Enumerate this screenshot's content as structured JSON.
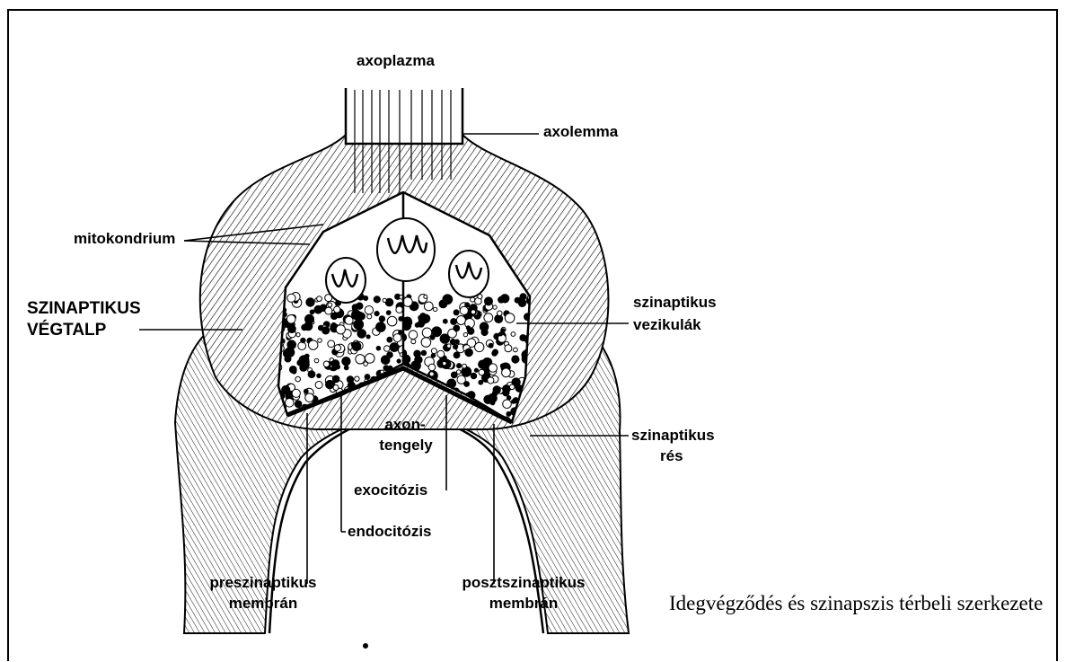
{
  "labels": {
    "axoplazma": "axoplazma",
    "axolemma": "axolemma",
    "mitokondrium": "mitokondrium",
    "szinaptikus_vegtalp_1": "SZINAPTIKUS",
    "szinaptikus_vegtalp_2": "VÉGTALP",
    "szinaptikus_vezikulak_1": "szinaptikus",
    "szinaptikus_vezikulak_2": "vezikulák",
    "axontengely_1": "axon-",
    "axontengely_2": "tengely",
    "szinaptikus_res_1": "szinaptikus",
    "szinaptikus_res_2": "rés",
    "exocitozis": "exocitózis",
    "endocitozis": "endocitózis",
    "preszinaptikus_1": "preszinaptikus",
    "preszinaptikus_2": "membrán",
    "posztszinaptikus_1": "posztszinaptikus",
    "posztszinaptikus_2": "membrán"
  },
  "caption": "Idegvégződés és szinapszis térbeli szerkezete"
}
